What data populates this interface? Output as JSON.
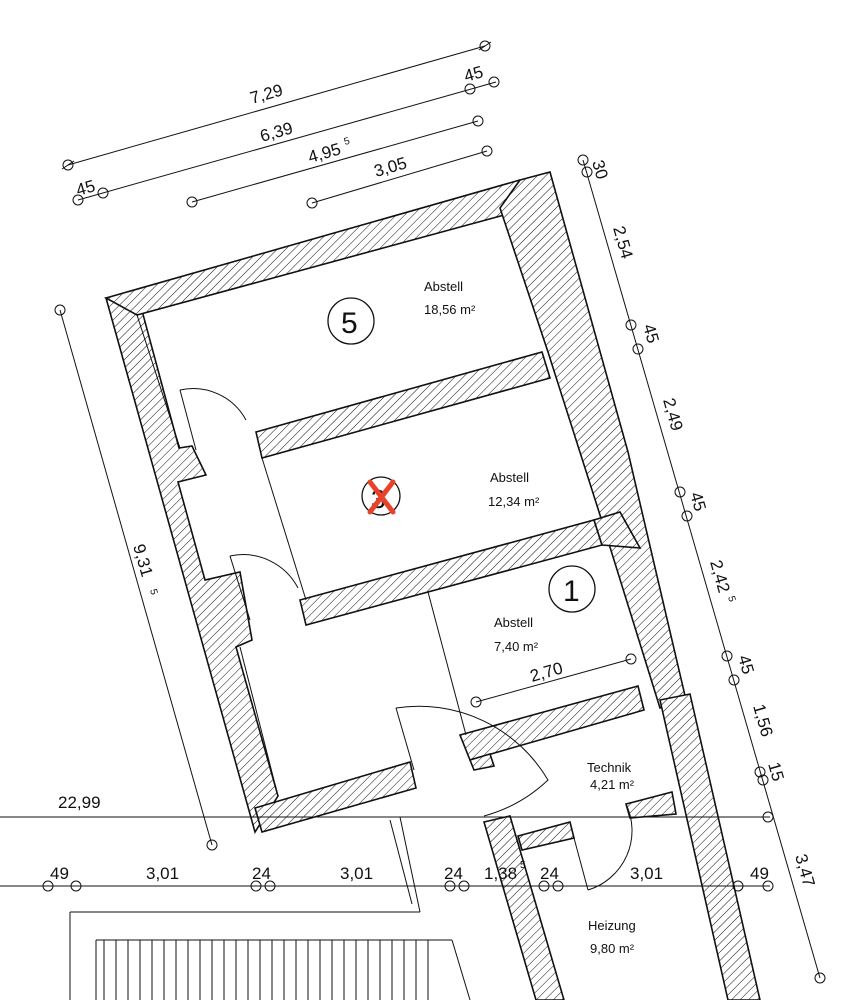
{
  "top_dimensions": {
    "d729": "7,29",
    "d45a": "45",
    "d639": "6,39",
    "d495": "4,95",
    "d495_sup": "5",
    "d305": "3,05",
    "d45b": "45"
  },
  "right_dimensions": {
    "d30": "30",
    "d254": "2,54",
    "d45a": "45",
    "d249": "2,49",
    "d45b": "45",
    "d242": "2,42",
    "d242_sup": "5",
    "d45c": "45",
    "d156": "1,56",
    "d15": "15",
    "d347": "3,47"
  },
  "left_dimension": {
    "value": "9,31",
    "sup": "5"
  },
  "inner_dimension": "2,70",
  "horizontal_line": {
    "label": "22,99"
  },
  "bottom_dimensions": [
    "49",
    "3,01",
    "24",
    "3,01",
    "24",
    "1,38",
    "24",
    "3,01",
    "49"
  ],
  "bottom_dimension_sup": "5",
  "rooms": [
    {
      "name": "Abstell",
      "area": "18,56 m²",
      "number": "5"
    },
    {
      "name": "Abstell",
      "area": "12,34 m²",
      "number": "3",
      "crossed": true
    },
    {
      "name": "Abstell",
      "area": "7,40 m²",
      "number": "1"
    },
    {
      "name": "Technik",
      "area": "4,21 m²"
    },
    {
      "name": "Heizung",
      "area": "9,80 m²"
    }
  ],
  "colors": {
    "line": "#111111",
    "cross": "#e8432a"
  }
}
